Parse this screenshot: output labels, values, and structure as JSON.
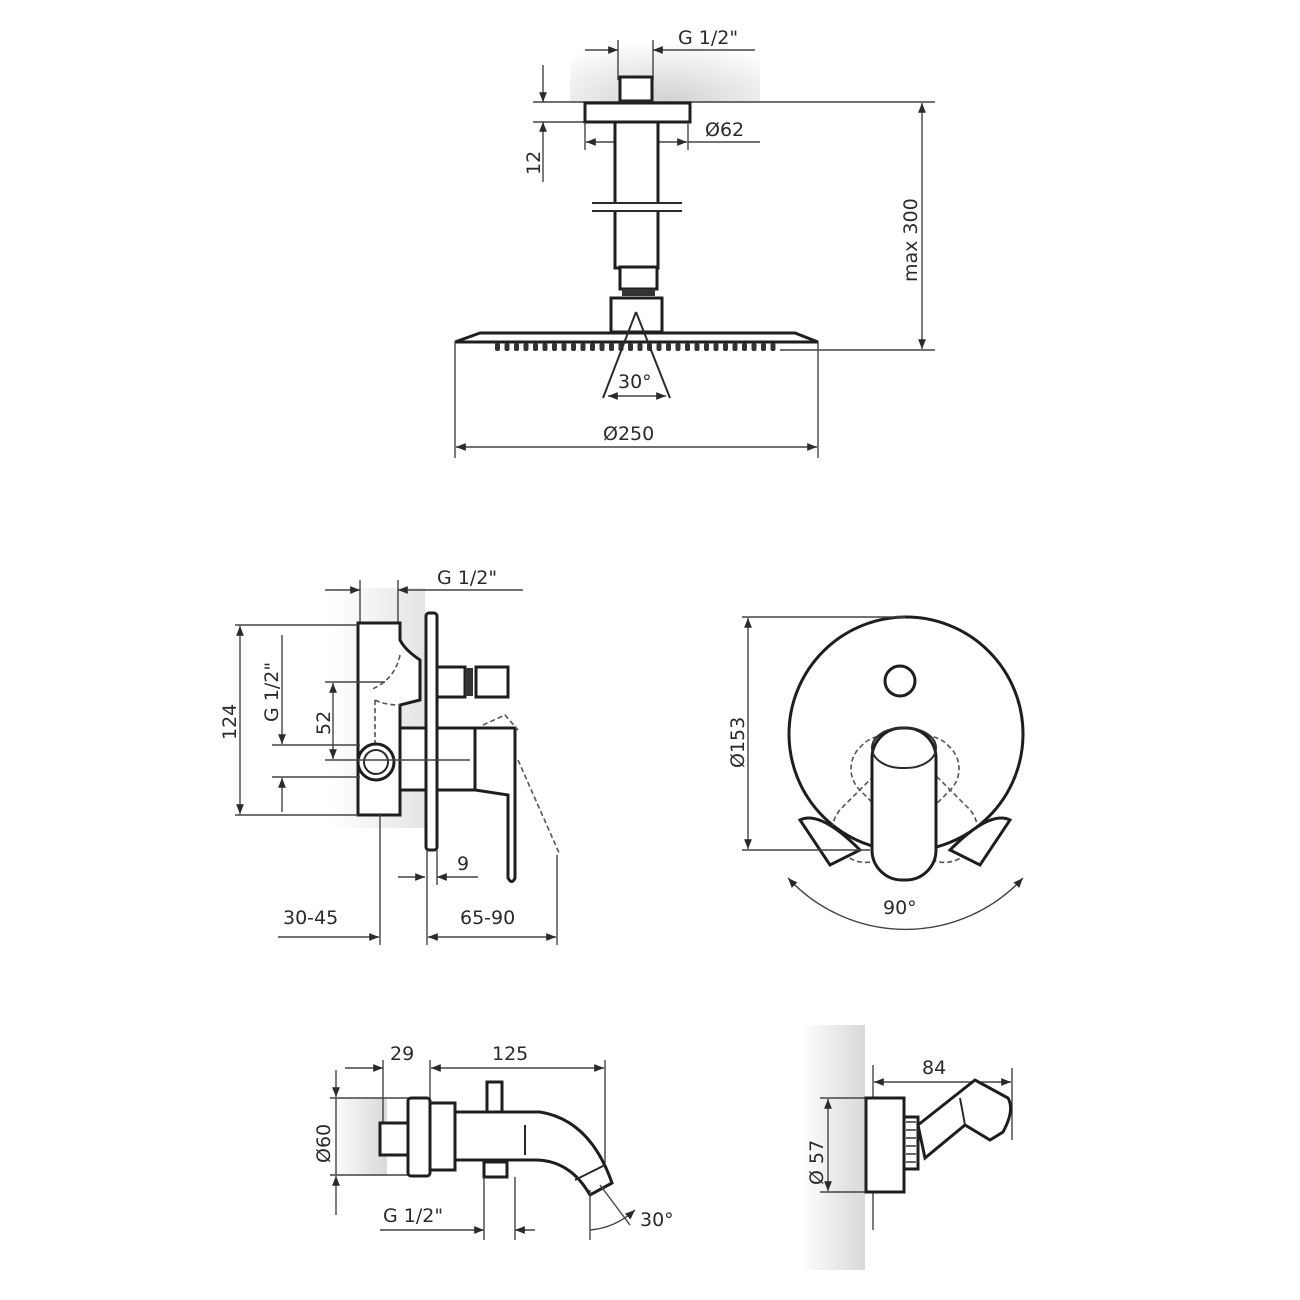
{
  "shower_head": {
    "thread_label": "G 1/2\"",
    "flange_height_label": "12",
    "flange_diameter_label": "Ø62",
    "max_length_label": "max 300",
    "spray_angle_label": "30°",
    "head_diameter_label": "Ø250"
  },
  "mixer_side": {
    "top_thread_label": "G 1/2\"",
    "height_label": "124",
    "side_thread_label": "G 1/2\"",
    "offset_label": "52",
    "plate_label": "9",
    "depth_wall_label": "30-45",
    "depth_front_label": "65-90"
  },
  "mixer_front": {
    "diameter_label": "Ø153",
    "rotation_label": "90°"
  },
  "bath_spout": {
    "flange_length_label": "29",
    "spout_length_label": "125",
    "diameter_label": "Ø60",
    "thread_label": "G 1/2\"",
    "angle_label": "30°"
  },
  "wall_elbow": {
    "length_label": "84",
    "diameter_label": "Ø 57"
  }
}
